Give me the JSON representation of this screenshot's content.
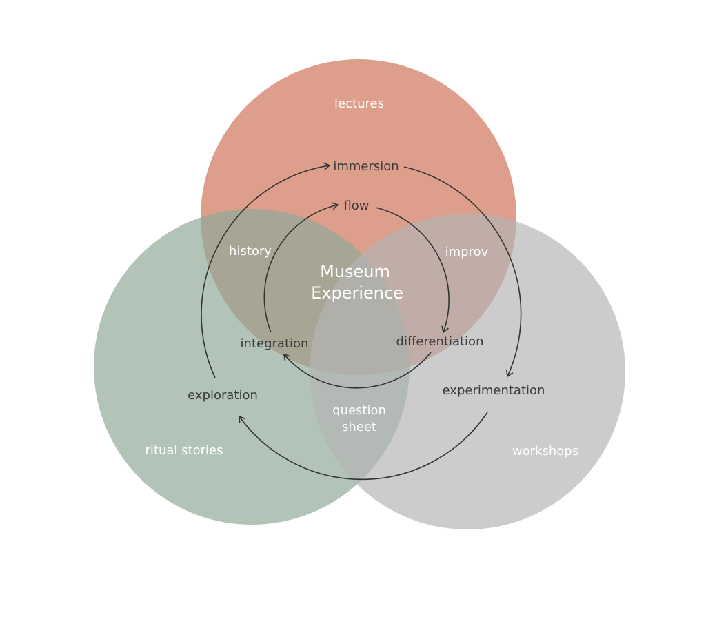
{
  "colors": {
    "background": "#ffffff",
    "circle_top": "#d07a5e",
    "circle_left": "#8da896",
    "circle_right": "#b4b4b4",
    "arrow": "#333333",
    "label_light": "#ffffff",
    "label_dark": "#3a3a3a"
  },
  "circles": {
    "top": "lectures",
    "left": "ritual stories",
    "right": "workshops"
  },
  "overlaps": {
    "top_left": "history",
    "top_right": "improv",
    "left_right_line1": "question",
    "left_right_line2": "sheet"
  },
  "center": {
    "line1": "Museum",
    "line2": "Experience"
  },
  "outer_cycle": {
    "top": "immersion",
    "right": "experimentation",
    "left": "exploration"
  },
  "inner_cycle": {
    "top": "flow",
    "right": "differentiation",
    "left": "integration"
  }
}
